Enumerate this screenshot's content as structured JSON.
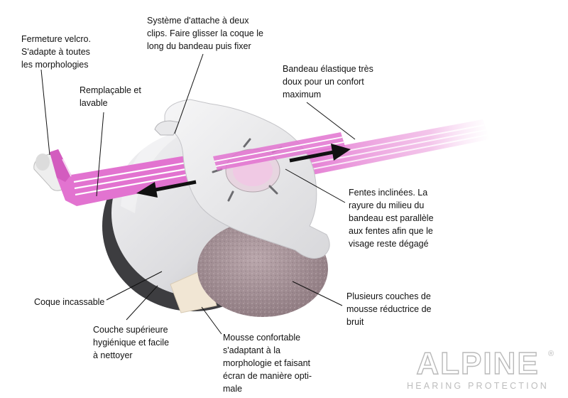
{
  "labels": {
    "velcro": [
      "Fermeture velcro.",
      "S'adapte à toutes",
      "les morphologies"
    ],
    "replaceable": [
      "Remplaçable et",
      "lavable"
    ],
    "clips": [
      "Système d'attache à deux",
      "clips. Faire glisser la coque le",
      "long du bandeau puis fixer"
    ],
    "headband": [
      "Bandeau élastique très",
      "doux pour un confort",
      "maximum"
    ],
    "slots": [
      "Fentes inclinées. La",
      "rayure du milieu du",
      "bandeau est parallèle",
      "aux fentes afin que le",
      "visage reste dégagé"
    ],
    "shell": [
      "Coque incassable"
    ],
    "top_layer": [
      "Couche supérieure",
      "hygiénique et facile",
      "à nettoyer"
    ],
    "foam_layers": [
      "Plusieurs couches de",
      "mousse réductrice de",
      "bruit"
    ],
    "comfort_foam": [
      "Mousse confortable",
      "s'adaptant à la",
      "morphologie et faisant",
      "écran de manière opti-",
      "male"
    ]
  },
  "logo": {
    "name": "ALPINE",
    "registered": "®",
    "tagline": "HEARING PROTECTION"
  },
  "colors": {
    "band_pink": "#e273d0",
    "band_light": "#f6c9ee",
    "shell": "#e9e9eb",
    "shell_dark": "#3d3d40",
    "foam": "#a58f95",
    "foam_cream": "#f1e6d4",
    "arrow": "#111111",
    "leader": "#111111"
  }
}
